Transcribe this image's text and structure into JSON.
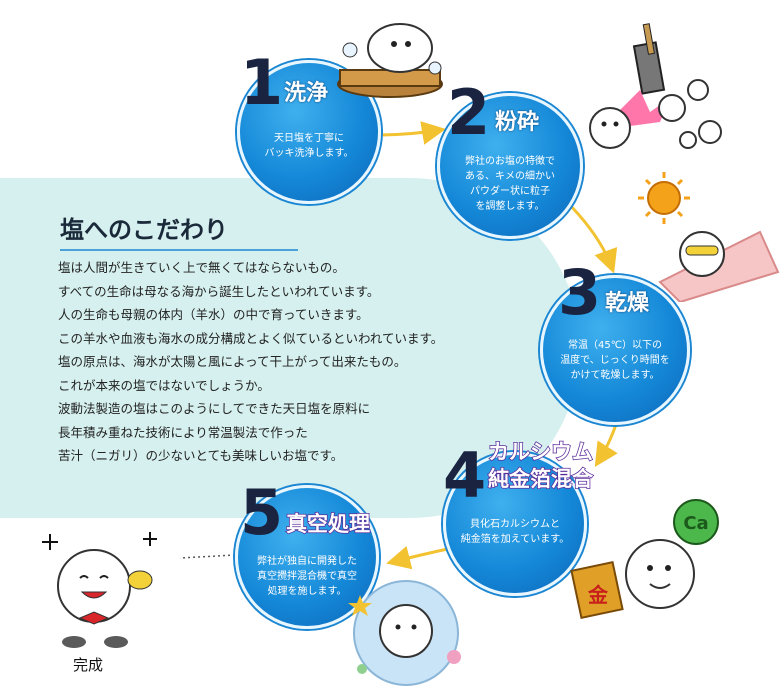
{
  "section": {
    "title": "塩へのこだわり",
    "lines": [
      "塩は人間が生きていく上で無くてはならないもの。",
      "すべての生命は母なる海から誕生したといわれています。",
      "人の生命も母親の体内（羊水）の中で育っていきます。",
      "この羊水や血液も海水の成分構成とよく似ているといわれています。",
      "塩の原点は、海水が太陽と風によって干上がって出来たもの。",
      "これが本来の塩ではないでしょうか。",
      "波動法製造の塩はこのようにしてできた天日塩を原料に",
      "長年積み重ねた技術により常温製法で作った",
      "苦汁（ニガリ）の少ないとても美味しいお塩です。"
    ]
  },
  "steps": [
    {
      "number": "1",
      "label": "洗浄",
      "desc": "天日塩を丁寧に\nバッキ洗浄します。"
    },
    {
      "number": "2",
      "label": "粉砕",
      "desc": "弊社のお塩の特徴で\nある、キメの細かい\nパウダー状に粒子\nを調整します。"
    },
    {
      "number": "3",
      "label": "乾燥",
      "desc": "常温（45℃）以下の\n温度で、じっくり時間を\nかけて乾燥します。"
    },
    {
      "number": "4",
      "label_line1": "カルシウム",
      "label_line2": "純金箔混合",
      "desc": "貝化石カルシウムと\n純金箔を加えています。"
    },
    {
      "number": "5",
      "label": "真空処理",
      "desc": "弊社が独自に開発した\n真空攪拌混合機で真空\n処理を施します。"
    }
  ],
  "done_label": "完成",
  "illustration_text": {
    "ca_ball": "Ca",
    "gold_box": "金"
  },
  "colors": {
    "accent": "#1588d8",
    "panel": "#d5f0ee",
    "arrow": "#f2c230"
  }
}
